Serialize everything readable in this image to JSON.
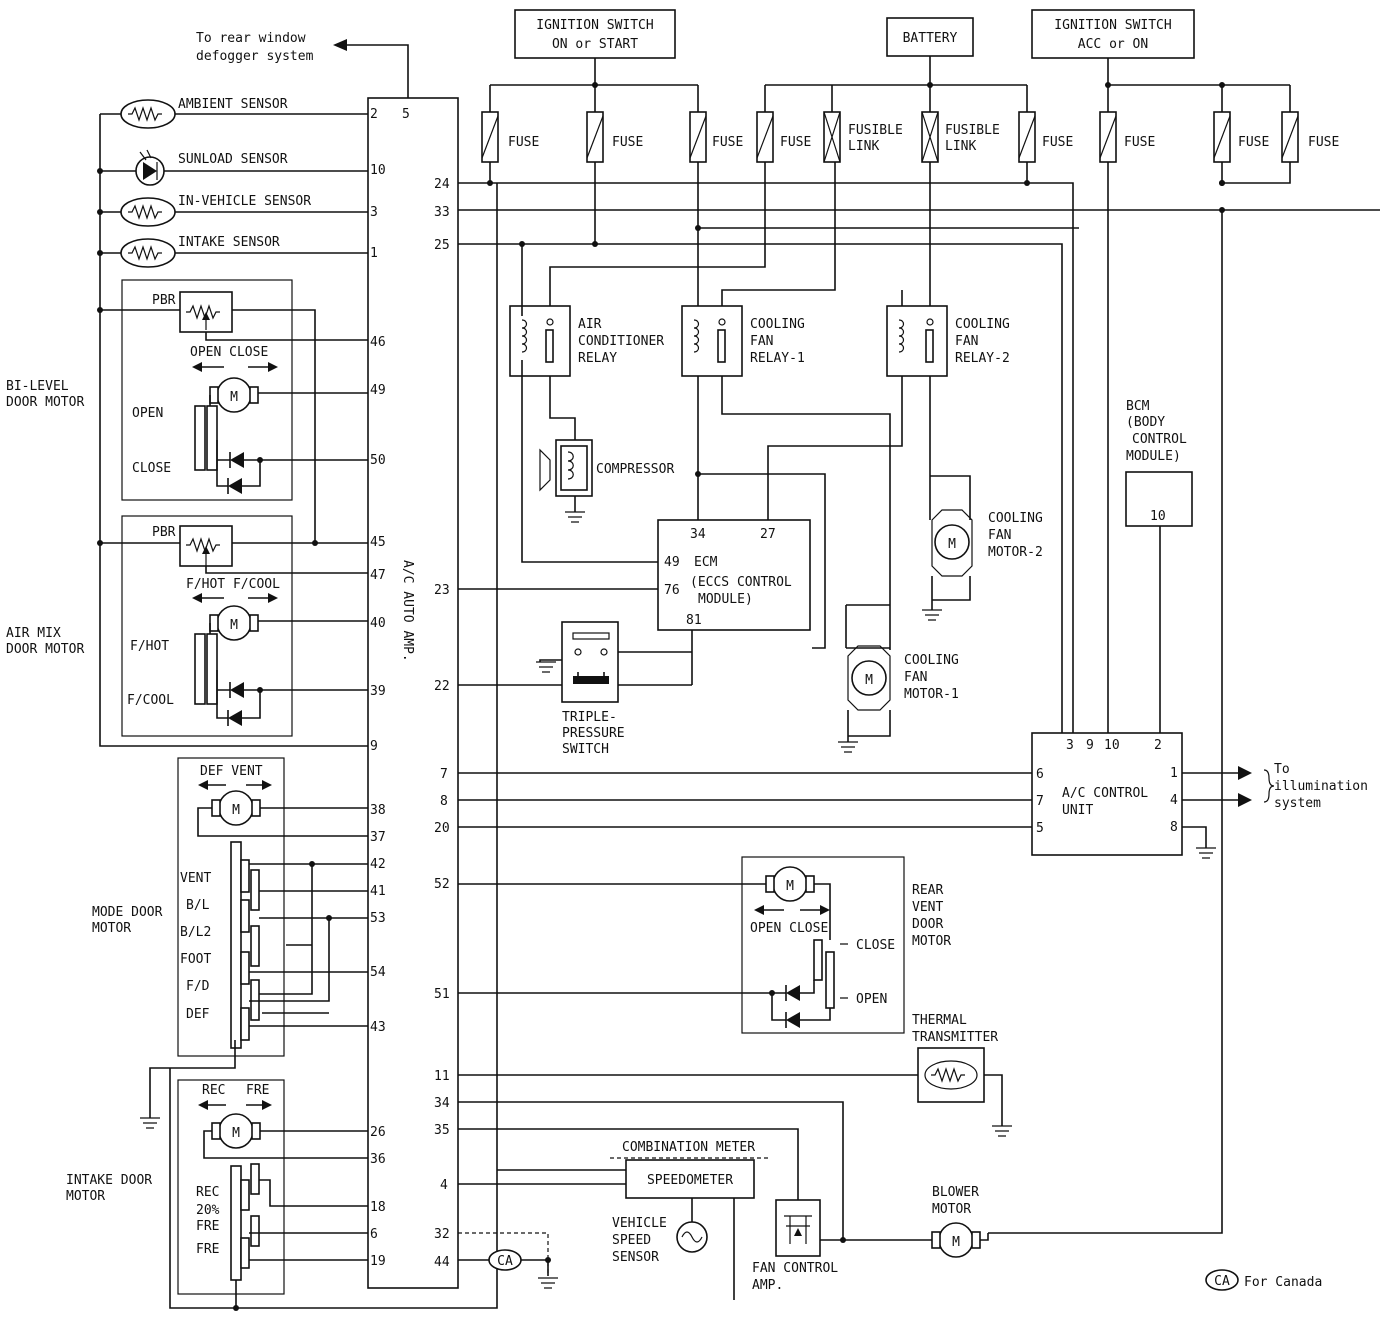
{
  "labels": {
    "ign_on": [
      "IGNITION SWITCH",
      "ON or START"
    ],
    "battery": "BATTERY",
    "ign_acc": [
      "IGNITION SWITCH",
      "ACC or ON"
    ],
    "rear_window": [
      "To rear window",
      "defogger system"
    ],
    "fuse": "FUSE",
    "fusible_link": [
      "FUSIBLE",
      "LINK"
    ],
    "ambient": "AMBIENT SENSOR",
    "sunload": "SUNLOAD SENSOR",
    "in_vehicle": "IN-VEHICLE SENSOR",
    "intake_sensor": "INTAKE SENSOR",
    "pbr": "PBR",
    "open_close": "OPEN CLOSE",
    "open": "OPEN",
    "close": "CLOSE",
    "bi_level": [
      "BI-LEVEL",
      "DOOR MOTOR"
    ],
    "fhot_fcool": "F/HOT F/COOL",
    "fhot": "F/HOT",
    "fcool": "F/COOL",
    "air_mix": [
      "AIR MIX",
      "DOOR MOTOR"
    ],
    "def_vent": "DEF VENT",
    "mode_pos": [
      "VENT",
      "B/L",
      "B/L2",
      "FOOT",
      "F/D",
      "DEF"
    ],
    "mode_door": [
      "MODE DOOR",
      "MOTOR"
    ],
    "rec": "REC",
    "fre": "FRE",
    "intake_pos": [
      "REC",
      "20%",
      "FRE",
      "FRE"
    ],
    "intake_door": [
      "INTAKE DOOR",
      "MOTOR"
    ],
    "auto_amp": "A/C AUTO AMP.",
    "ac_relay": [
      "AIR",
      "CONDITIONER",
      "RELAY"
    ],
    "cf_relay1": [
      "COOLING",
      "FAN",
      "RELAY-1"
    ],
    "cf_relay2": [
      "COOLING",
      "FAN",
      "RELAY-2"
    ],
    "compressor": "COMPRESSOR",
    "ecm": [
      "ECM",
      "(ECCS CONTROL",
      "MODULE)"
    ],
    "triple": [
      "TRIPLE-",
      "PRESSURE",
      "SWITCH"
    ],
    "cf_motor1": [
      "COOLING",
      "FAN",
      "MOTOR-1"
    ],
    "cf_motor2": [
      "COOLING",
      "FAN",
      "MOTOR-2"
    ],
    "bcm": [
      "BCM",
      "(BODY",
      "CONTROL",
      "MODULE)"
    ],
    "ac_control": [
      "A/C CONTROL",
      "UNIT"
    ],
    "to_illum": [
      "To",
      "illumination",
      "system"
    ],
    "rear_vent": [
      "REAR",
      "VENT",
      "DOOR",
      "MOTOR"
    ],
    "open_close_rv": "OPEN CLOSE",
    "close_rv": "CLOSE",
    "open_rv": "OPEN",
    "thermal": [
      "THERMAL",
      "TRANSMITTER"
    ],
    "combination": "COMBINATION METER",
    "speedometer": "SPEEDOMETER",
    "vss": [
      "VEHICLE",
      "SPEED",
      "SENSOR"
    ],
    "fan_amp": [
      "FAN CONTROL",
      "AMP."
    ],
    "blower": [
      "BLOWER",
      "MOTOR"
    ],
    "ca": "CA",
    "for_canada": "For Canada",
    "m": "M"
  },
  "pins": {
    "amp_left": [
      "2",
      "5",
      "10",
      "3",
      "1",
      "46",
      "49",
      "50",
      "45",
      "47",
      "40",
      "39",
      "9",
      "38",
      "37",
      "42",
      "41",
      "53",
      "54",
      "43",
      "26",
      "36",
      "18",
      "6",
      "19"
    ],
    "amp_right": [
      "24",
      "33",
      "25",
      "23",
      "22",
      "7",
      "8",
      "20",
      "52",
      "51",
      "11",
      "34",
      "35",
      "4",
      "32",
      "44"
    ],
    "ecm": [
      "34",
      "27",
      "49",
      "76",
      "81"
    ],
    "bcm": [
      "10"
    ],
    "ac_unit_top": [
      "3",
      "9",
      "10",
      "2"
    ],
    "ac_unit_left": [
      "6",
      "7",
      "5"
    ],
    "ac_unit_right": [
      "1",
      "4",
      "8"
    ]
  }
}
